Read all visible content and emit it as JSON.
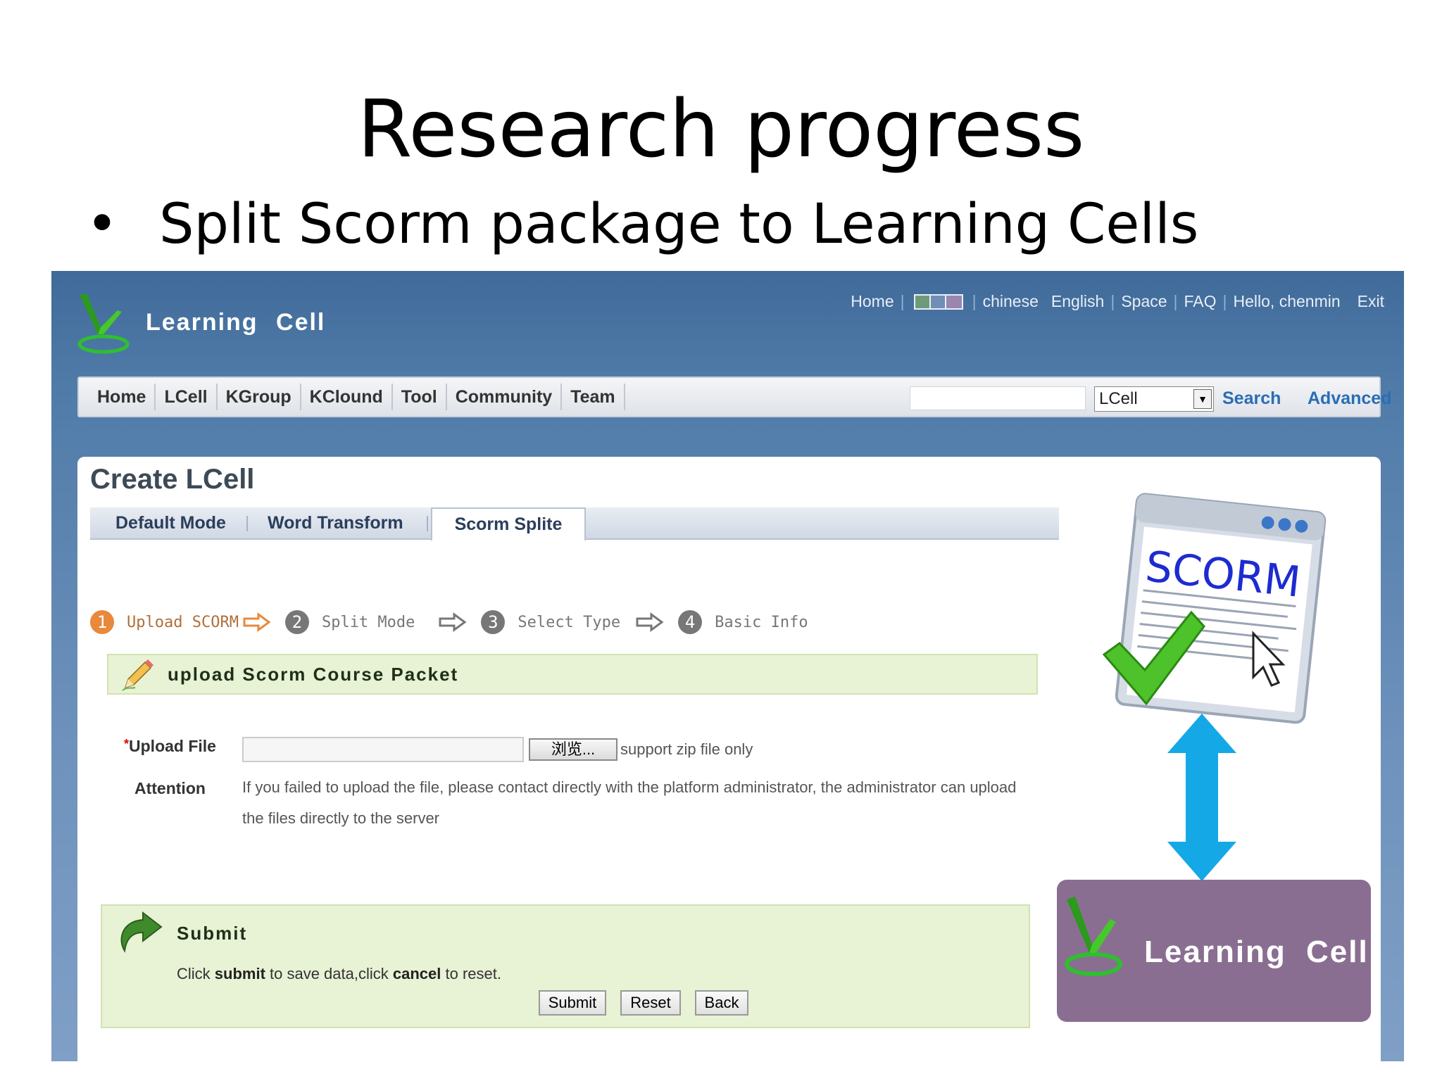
{
  "slide": {
    "title": "Research progress",
    "bullet": "Split Scorm package to Learning Cells"
  },
  "header": {
    "brand_name": "Learning  Cell",
    "top_links": {
      "home": "Home",
      "chinese": "chinese",
      "english": "English",
      "space": "Space",
      "faq": "FAQ",
      "greeting": "Hello, chenmin",
      "exit": "Exit"
    },
    "theme_swatch_colors": [
      "#6f9a7a",
      "#6f8fb6",
      "#9a86b0"
    ]
  },
  "mainnav": {
    "items": [
      "Home",
      "LCell",
      "KGroup",
      "KClound",
      "Tool",
      "Community",
      "Team"
    ],
    "search_value": "",
    "select_value": "LCell",
    "search_label": "Search",
    "advanced_label": "Advanced"
  },
  "panel": {
    "title": "Create LCell",
    "tabs": [
      "Default Mode",
      "Word Transform",
      "Scorm Splite"
    ],
    "active_tab": "Scorm Splite",
    "steps": [
      {
        "num": "1",
        "label": "Upload SCORM"
      },
      {
        "num": "2",
        "label": "Split Mode"
      },
      {
        "num": "3",
        "label": "Select Type"
      },
      {
        "num": "4",
        "label": "Basic Info"
      }
    ],
    "section_title": "upload Scorm Course Packet",
    "upload_label": "Upload File",
    "required_mark": "*",
    "file_value": "",
    "browse_label": "浏览...",
    "support_note": "support zip file only",
    "attention_label": "Attention",
    "attention_text": "If you failed to upload the file, please contact directly with the platform administrator, the administrator can upload the files directly to the server",
    "submit": {
      "title": "Submit",
      "desc_1": "Click ",
      "desc_submit": "submit",
      "desc_2": " to save data,click ",
      "desc_cancel": "cancel",
      "desc_3": " to reset.",
      "btn_submit": "Submit",
      "btn_reset": "Reset",
      "btn_back": "Back"
    }
  },
  "graphics": {
    "scorm_label": "SCORM",
    "badge_name": "Learning  Cell",
    "icons": [
      "learning-cell-logo-icon",
      "pencil-icon",
      "submit-arrow-icon",
      "scorm-window-icon",
      "checkmark-icon",
      "cursor-icon",
      "double-arrow-icon"
    ]
  },
  "colors": {
    "header_blue": "#4a76a6",
    "link_blue": "#2a6db5",
    "section_green": "#e8f2d4",
    "step_active": "#e8893c",
    "badge_purple": "#8a6e92",
    "arrow_cyan": "#14a9e6"
  }
}
